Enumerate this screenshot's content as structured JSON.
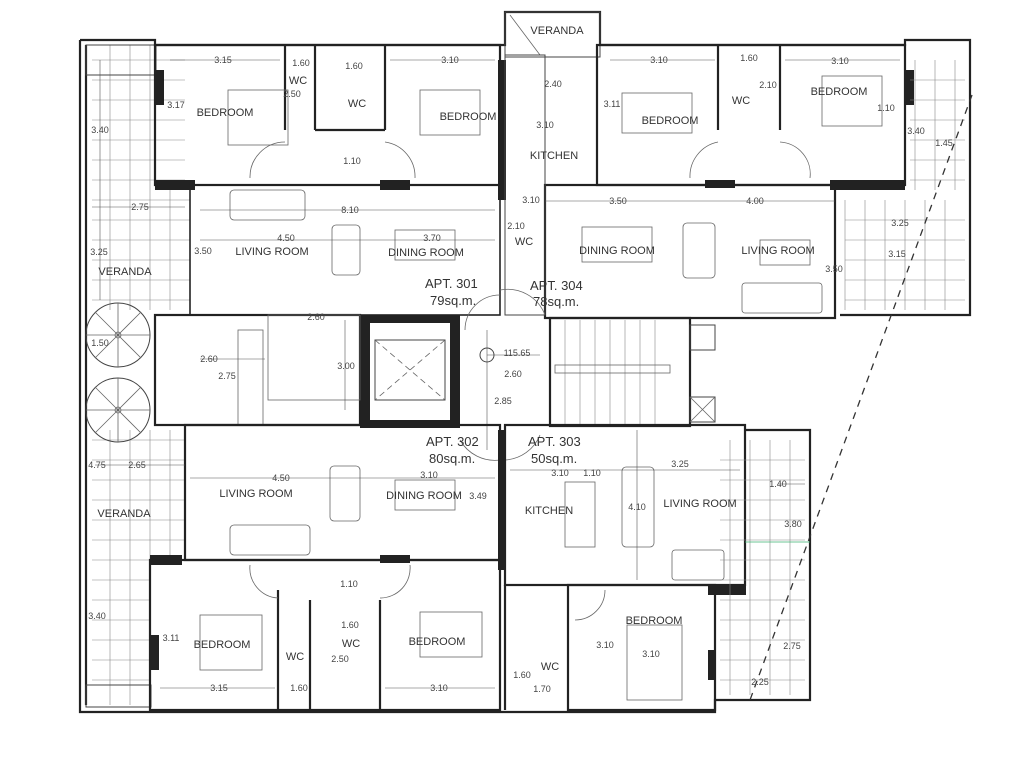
{
  "apartments": [
    {
      "name": "APT. 301",
      "area": "79sq.m."
    },
    {
      "name": "APT. 304",
      "area": "78sq.m."
    },
    {
      "name": "APT. 302",
      "area": "80sq.m."
    },
    {
      "name": "APT. 303",
      "area": "50sq.m."
    }
  ],
  "elevation_mark": "115.65",
  "room_labels": [
    "VERANDA",
    "BEDROOM",
    "WC",
    "WC",
    "BEDROOM",
    "KITCHEN",
    "BEDROOM",
    "WC",
    "BEDROOM",
    "LIVING ROOM",
    "DINING ROOM",
    "WC",
    "DINING ROOM",
    "LIVING ROOM",
    "VERANDA",
    "LIVING ROOM",
    "DINING ROOM",
    "KITCHEN",
    "LIVING ROOM",
    "VERANDA",
    "BEDROOM",
    "WC",
    "WC",
    "BEDROOM",
    "BEDROOM",
    "WC"
  ],
  "dimensions": [
    "3.15",
    "1.60",
    "1.60",
    "3.10",
    "2.50",
    "1.10",
    "3.40",
    "2.75",
    "8.10",
    "4.50",
    "3.70",
    "3.50",
    "3.25",
    "3.17",
    "2.40",
    "3.10",
    "3.10",
    "1.60",
    "3.10",
    "2.10",
    "3.11",
    "1.10",
    "3.40",
    "1.45",
    "3.10",
    "2.10",
    "3.50",
    "4.00",
    "3.25",
    "3.15",
    "3.50",
    "1.50",
    "2.60",
    "2.60",
    "2.75",
    "3.00",
    "2.60",
    "2.85",
    "4.75",
    "2.65",
    "4.50",
    "3.10",
    "3.49",
    "3.40",
    "1.10",
    "1.60",
    "2.50",
    "3.11",
    "1.60",
    "3.15",
    "3.10",
    "1.10",
    "3.10",
    "3.25",
    "4.10",
    "1.40",
    "3.80",
    "3.10",
    "3.10",
    "2.75",
    "2.25",
    "1.60",
    "1.70"
  ]
}
